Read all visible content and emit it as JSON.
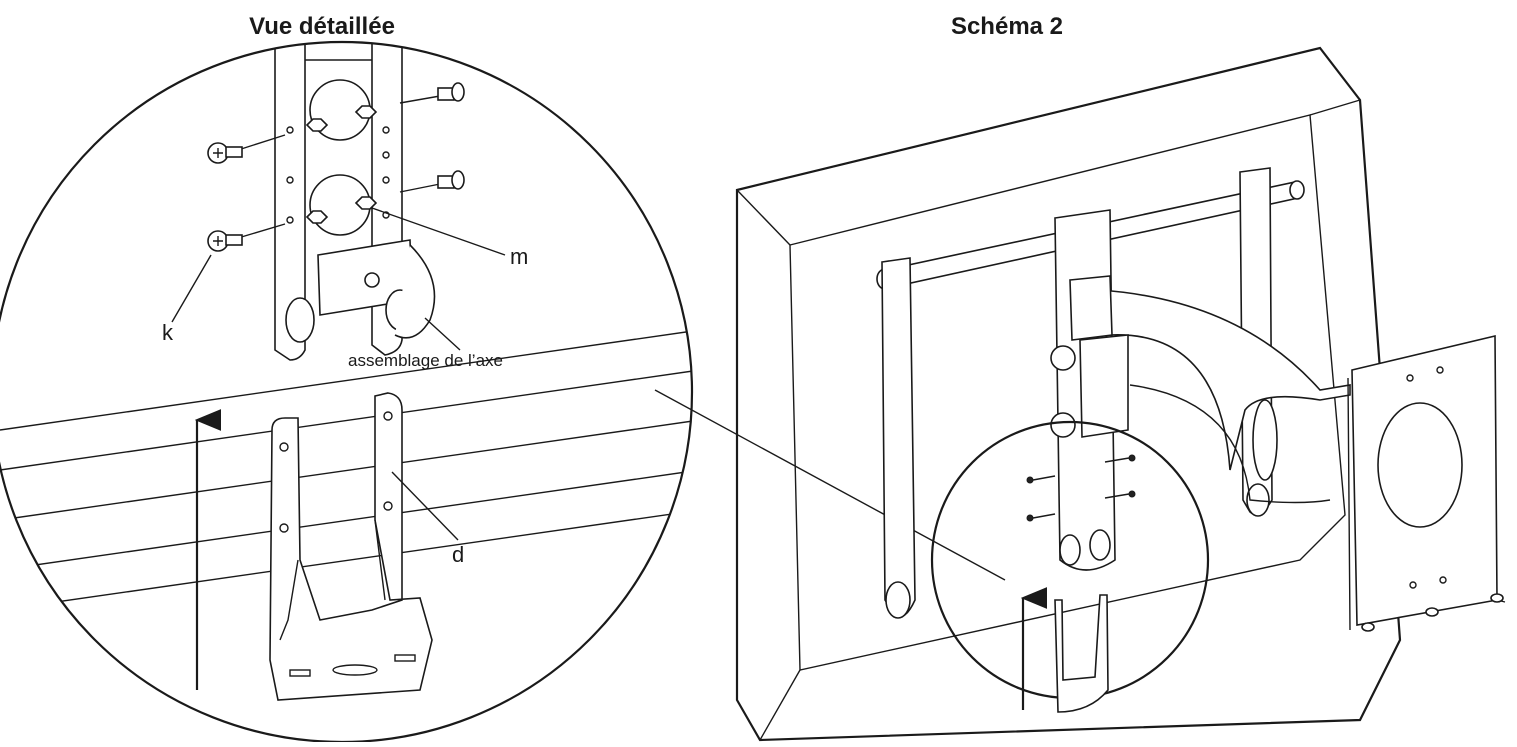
{
  "titles": {
    "detail": "Vue détaillée",
    "diagram": "Schéma 2"
  },
  "labels": {
    "k": "k",
    "m": "m",
    "d": "d",
    "axis_assembly": "assemblage de l’axe"
  },
  "icons": {
    "arrow": "up-arrow-icon",
    "screw": "screw-icon",
    "nut": "hex-nut-icon"
  },
  "colors": {
    "line": "#1a1a1a",
    "background": "#ffffff"
  }
}
